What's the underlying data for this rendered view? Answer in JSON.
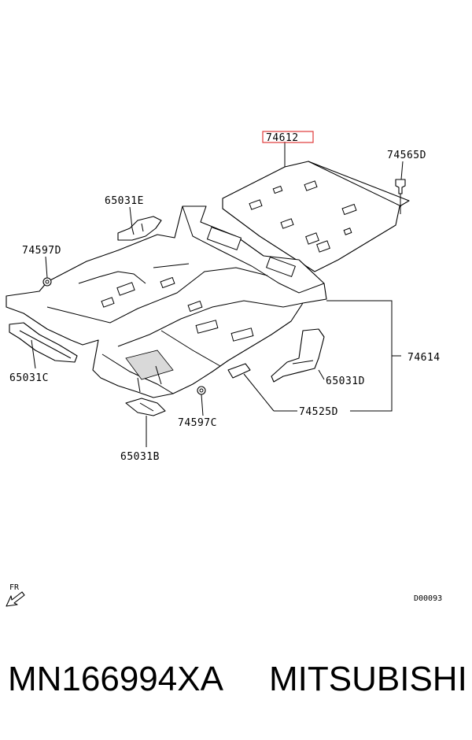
{
  "callouts": {
    "p74612": "74612",
    "p74565D": "74565D",
    "p65031E": "65031E",
    "p74597D": "74597D",
    "p74614": "74614",
    "p65031C": "65031C",
    "p65031D": "65031D",
    "p74525D": "74525D",
    "p74597C": "74597C",
    "p65031B": "65031B"
  },
  "orientation_label": "FR",
  "diagram_code": "D00093",
  "footer": {
    "part_number": "MN166994XA",
    "brand": "MITSUBISHI"
  },
  "colors": {
    "highlight_box": "#e03a3a"
  }
}
